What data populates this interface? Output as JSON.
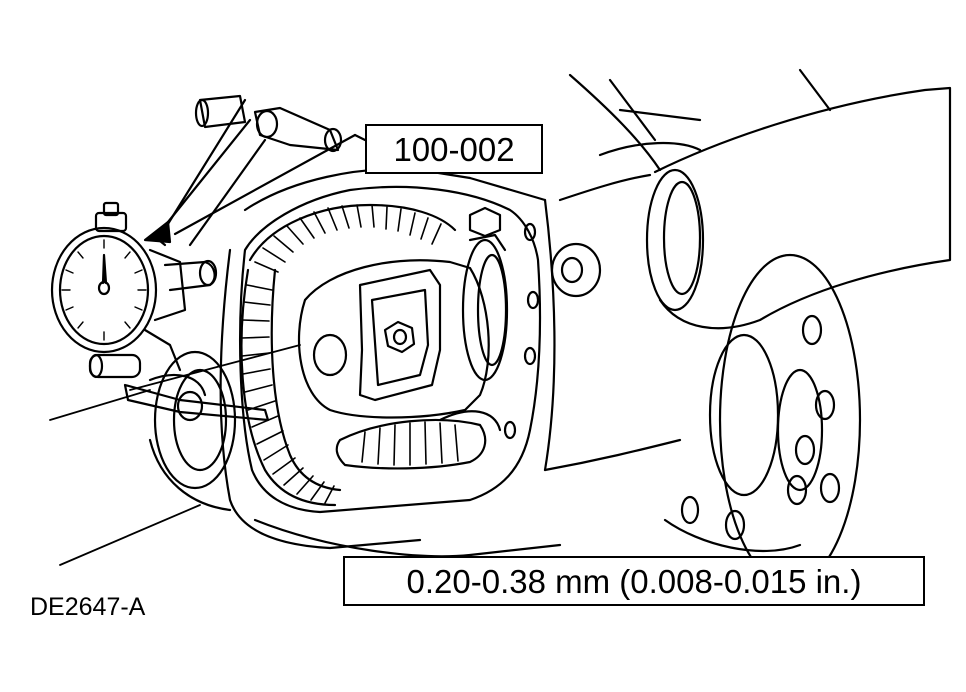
{
  "labels": {
    "tool_number": "100-002",
    "backlash_spec": "0.20-0.38 mm (0.008-0.015 in.)",
    "figure_id": "DE2647-A"
  },
  "colors": {
    "line": "#000000",
    "background": "#ffffff"
  }
}
